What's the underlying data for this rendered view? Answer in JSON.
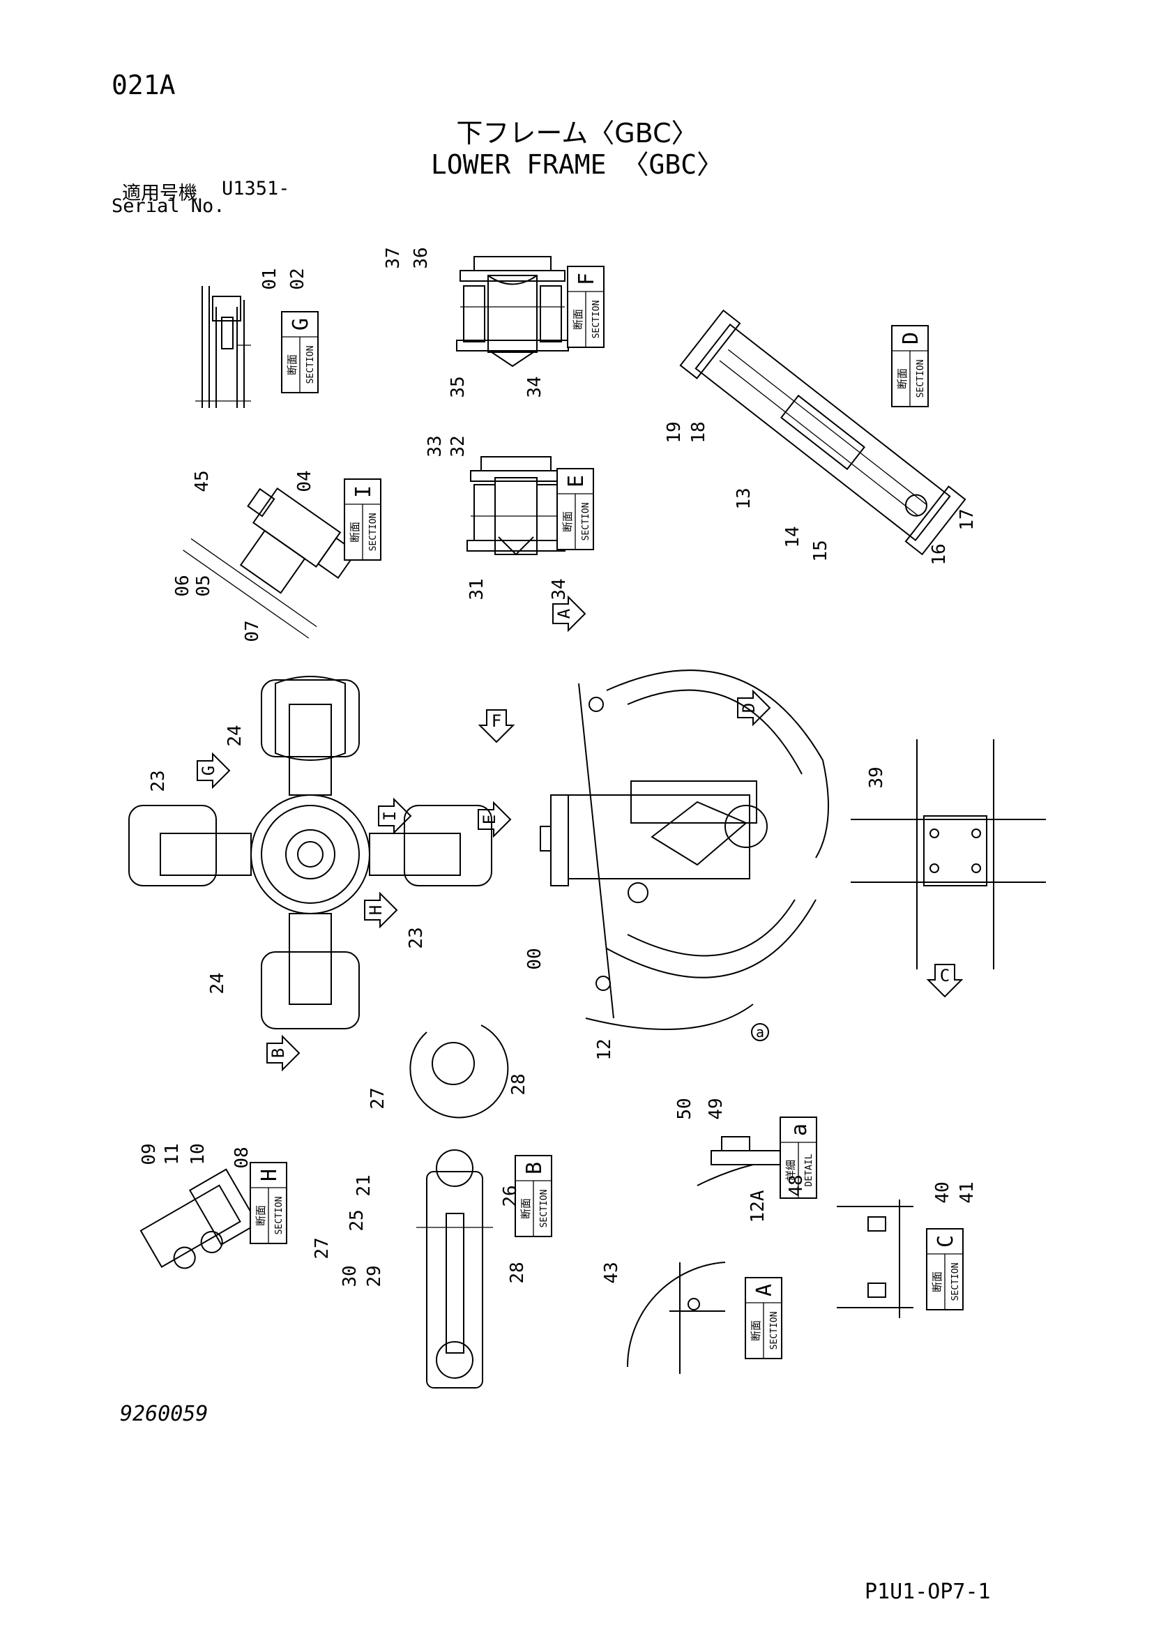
{
  "header": {
    "page_code": "021A",
    "title_jp": "下フレーム〈GBC〉",
    "title_en": "LOWER FRAME 〈GBC〉",
    "serial_label_jp": "適用号機",
    "serial_value": "U1351-",
    "serial_label_en": "Serial No."
  },
  "sections": [
    {
      "id": "G",
      "jp": "断面",
      "en": "SECTION",
      "letter": "G"
    },
    {
      "id": "F",
      "jp": "断面",
      "en": "SECTION",
      "letter": "F"
    },
    {
      "id": "D",
      "jp": "断面",
      "en": "SECTION",
      "letter": "D"
    },
    {
      "id": "I",
      "jp": "断面",
      "en": "SECTION",
      "letter": "I"
    },
    {
      "id": "E",
      "jp": "断面",
      "en": "SECTION",
      "letter": "E"
    },
    {
      "id": "a",
      "jp": "詳細",
      "en": "DETAIL",
      "letter": "a"
    },
    {
      "id": "H",
      "jp": "断面",
      "en": "SECTION",
      "letter": "H"
    },
    {
      "id": "B",
      "jp": "断面",
      "en": "SECTION",
      "letter": "B"
    },
    {
      "id": "C",
      "jp": "断面",
      "en": "SECTION",
      "letter": "C"
    },
    {
      "id": "A",
      "jp": "断面",
      "en": "SECTION",
      "letter": "A"
    }
  ],
  "view_arrows": [
    "A",
    "F",
    "D",
    "G",
    "I",
    "E",
    "H",
    "C",
    "B"
  ],
  "part_labels": [
    "01",
    "02",
    "37",
    "36",
    "35",
    "34",
    "33",
    "32",
    "31",
    "34",
    "45",
    "04",
    "06",
    "05",
    "07",
    "19",
    "18",
    "13",
    "14",
    "15",
    "16",
    "17",
    "23",
    "24",
    "23",
    "24",
    "39",
    "00",
    "12",
    "27",
    "28",
    "50",
    "49",
    "12A",
    "48",
    "09",
    "11",
    "10",
    "08",
    "21",
    "25",
    "27",
    "30",
    "29",
    "26",
    "28",
    "40",
    "41",
    "43"
  ],
  "detail_marker": "a",
  "footer": {
    "drawing_number": "9260059",
    "sheet_ref": "P1U1-OP7-1"
  }
}
